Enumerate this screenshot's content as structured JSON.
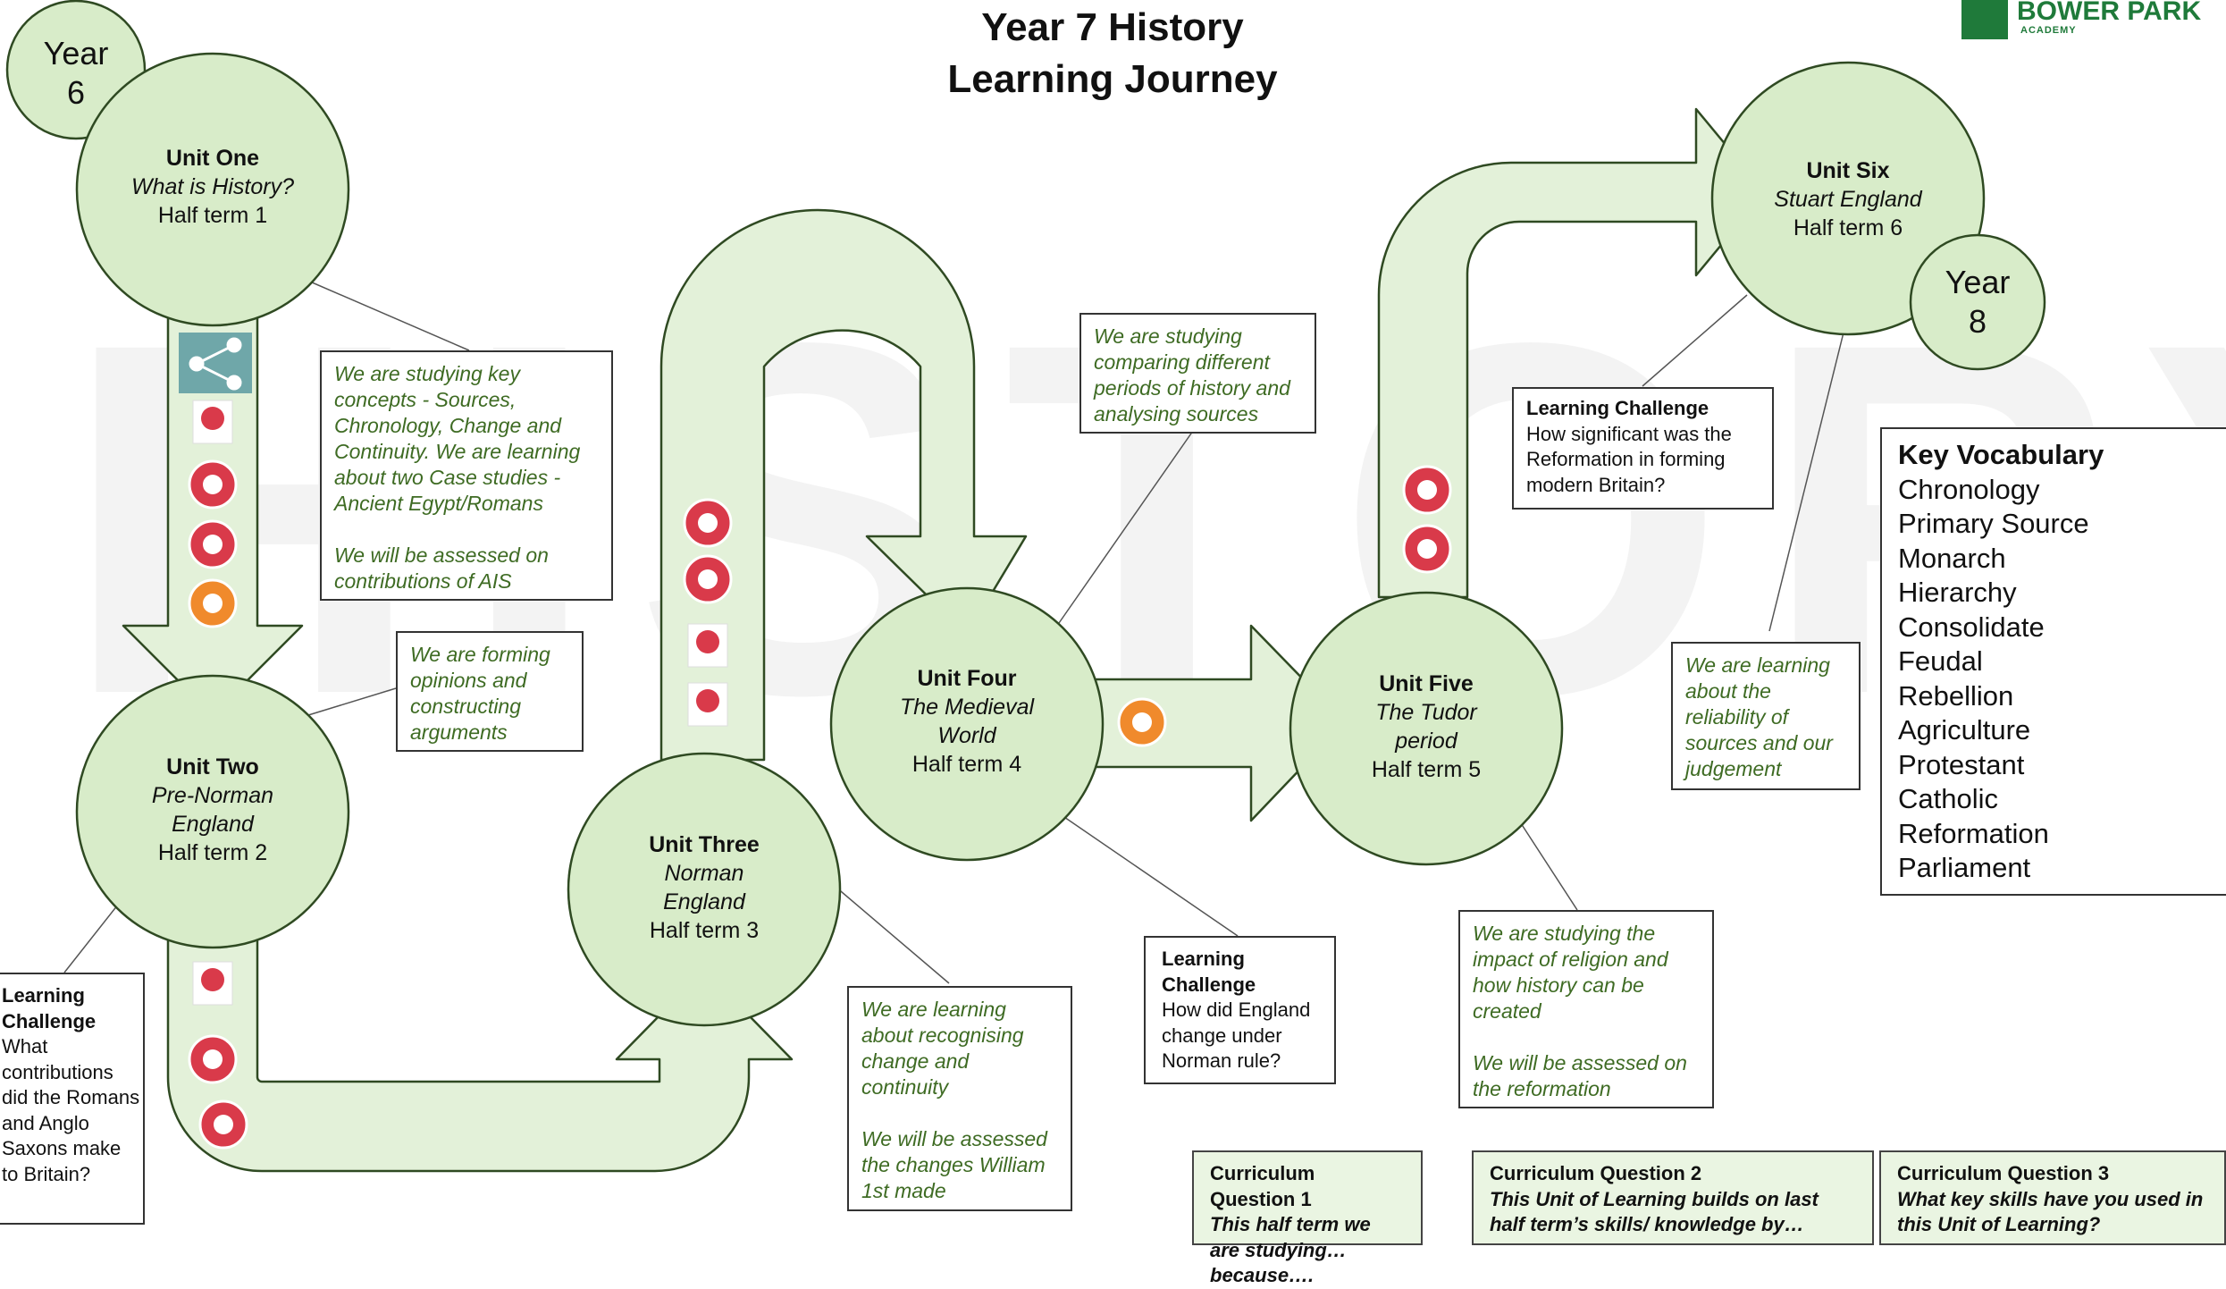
{
  "title_line1": "Year 7 History",
  "title_line2": "Learning Journey",
  "watermark": "HISTORY",
  "logo": {
    "name": "BOWER PARK",
    "sub": "ACADEMY"
  },
  "year_start": {
    "line1": "Year",
    "line2": "6"
  },
  "year_end": {
    "line1": "Year",
    "line2": "8"
  },
  "units": [
    {
      "title": "Unit One",
      "subtitle": "What is History?",
      "term": "Half term 1"
    },
    {
      "title": "Unit Two",
      "subtitle": "Pre-Norman England",
      "term": "Half term 2"
    },
    {
      "title": "Unit Three",
      "subtitle": "Norman England",
      "term": "Half term 3"
    },
    {
      "title": "Unit Four",
      "subtitle": "The Medieval World",
      "term": "Half term 4"
    },
    {
      "title": "Unit Five",
      "subtitle": "The Tudor period",
      "term": "Half term 5"
    },
    {
      "title": "Unit Six",
      "subtitle": "Stuart England",
      "term": "Half term 6"
    }
  ],
  "notes": {
    "n1a": "We are studying key concepts - Sources, Chronology, Change and Continuity. We are learning about two Case studies - Ancient Egypt/Romans",
    "n1b": "We will be assessed on contributions of AIS",
    "n2": "We are forming opinions and constructing arguments",
    "n3a": "We are learning about recognising change and continuity",
    "n3b": "We will be assessed the changes William 1st made",
    "n4": "We are studying comparing different periods of history and analysing sources",
    "n5a": "We are studying the impact of religion and how history can be created",
    "n5b": "We will be assessed on the reformation",
    "n6": "We are learning about the reliability of sources and our judgement"
  },
  "challenges": {
    "c2": {
      "heading": "Learning Challenge",
      "text": "What contributions did the Romans and Anglo Saxons make to Britain?"
    },
    "c3": {
      "heading": "Learning Challenge",
      "text": "How did England change under Norman rule?"
    },
    "c5": {
      "heading": "Learning Challenge",
      "text": "How significant was the Reformation in forming modern Britain?"
    }
  },
  "vocabulary": {
    "heading": "Key Vocabulary",
    "words": [
      "Chronology",
      "Primary Source",
      "Monarch",
      "Hierarchy",
      "Consolidate",
      "Feudal",
      "Rebellion",
      "Agriculture",
      "Protestant",
      "Catholic",
      "Reformation",
      "Parliament"
    ]
  },
  "curriculum_questions": [
    {
      "label": "Curriculum  Question 1",
      "question": "This half term we are studying…because…."
    },
    {
      "label": "Curriculum  Question  2",
      "question": "This Unit of Learning builds on last half term’s skills/ knowledge by…"
    },
    {
      "label": "Curriculum  Question 3",
      "question": "What key skills have you used in this Unit of Learning?"
    }
  ],
  "colors": {
    "path_fill": "#e3f1d9",
    "path_stroke": "#2f4a22",
    "note_text": "#3e6b23",
    "icon_red": "#d93a4a",
    "icon_orange": "#f08a2c"
  }
}
